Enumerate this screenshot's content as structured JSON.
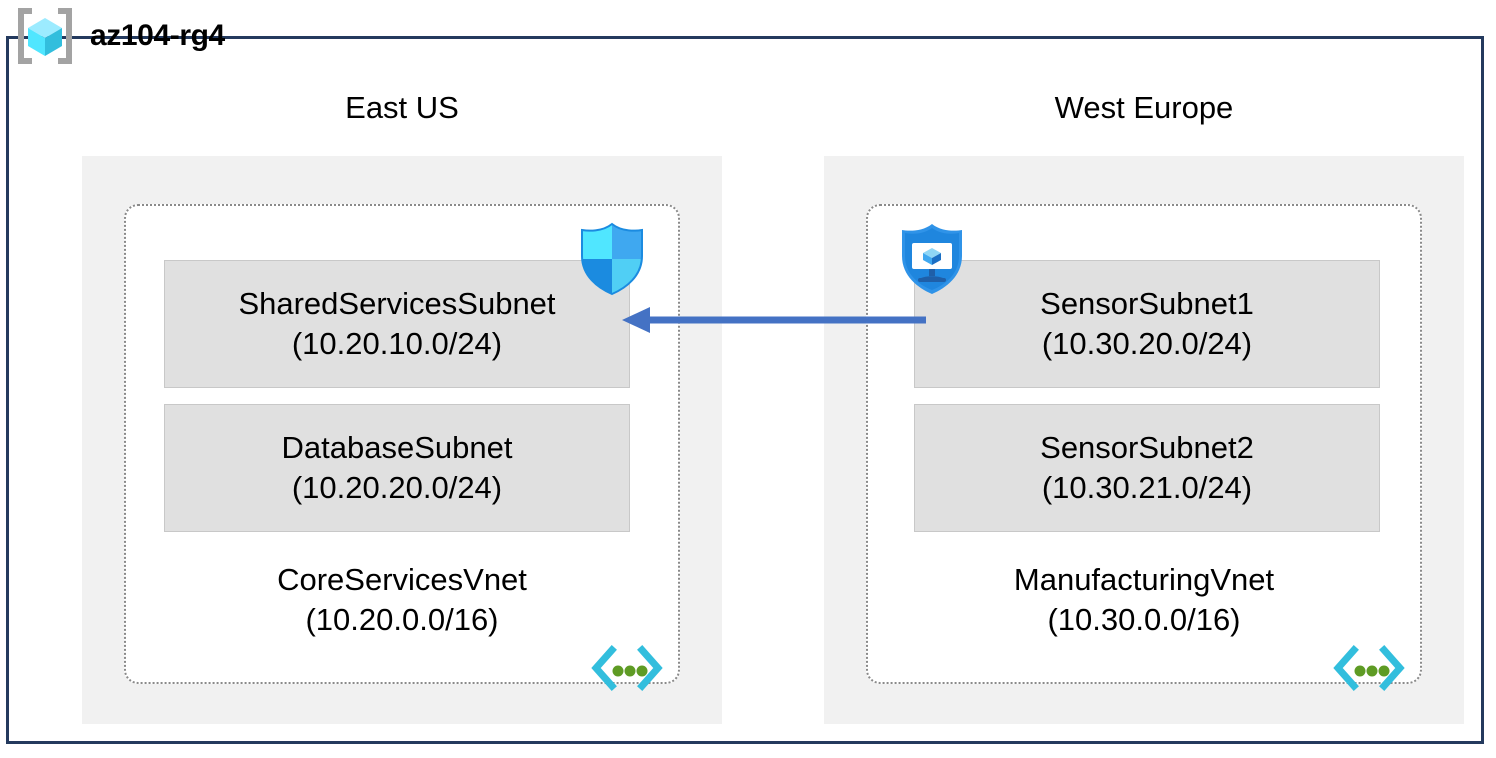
{
  "resource_group": {
    "name": "az104-rg4",
    "icon": "resource-group-cube-icon"
  },
  "regions": [
    {
      "label": "East US",
      "vnet": {
        "name": "CoreServicesVnet",
        "cidr": "(10.20.0.0/16)",
        "icon": "virtual-network-icon",
        "subnets": [
          {
            "name": "SharedServicesSubnet",
            "cidr": "(10.20.10.0/24)"
          },
          {
            "name": "DatabaseSubnet",
            "cidr": "(10.20.20.0/24)"
          }
        ]
      }
    },
    {
      "label": "West Europe",
      "vnet": {
        "name": "ManufacturingVnet",
        "cidr": "(10.30.0.0/16)",
        "icon": "virtual-network-icon",
        "subnets": [
          {
            "name": "SensorSubnet1",
            "cidr": "(10.30.20.0/24)"
          },
          {
            "name": "SensorSubnet2",
            "cidr": "(10.30.21.0/24)"
          }
        ]
      }
    }
  ],
  "badges": [
    {
      "icon": "shield-icon",
      "attached_to": "SharedServicesSubnet"
    },
    {
      "icon": "shield-monitor-icon",
      "attached_to": "SensorSubnet1"
    }
  ],
  "connection": {
    "icon": "arrow-left-icon",
    "direction": "right-to-left",
    "from": "SensorSubnet1",
    "to": "SharedServicesSubnet"
  },
  "colors": {
    "frame_border": "#243A5E",
    "region_fill": "#F1F1F1",
    "vnet_border": "#8A8A8A",
    "subnet_fill": "#E0E0E0",
    "subnet_border": "#C8C8C8",
    "arrow": "#4472C4",
    "cube_cyan": "#50E6FF",
    "bracket_grey": "#A3A3A3",
    "shield_blue": "#0078D4",
    "vnet_glyph_blue": "#32BEDD",
    "vnet_glyph_green": "#5E9B24"
  }
}
